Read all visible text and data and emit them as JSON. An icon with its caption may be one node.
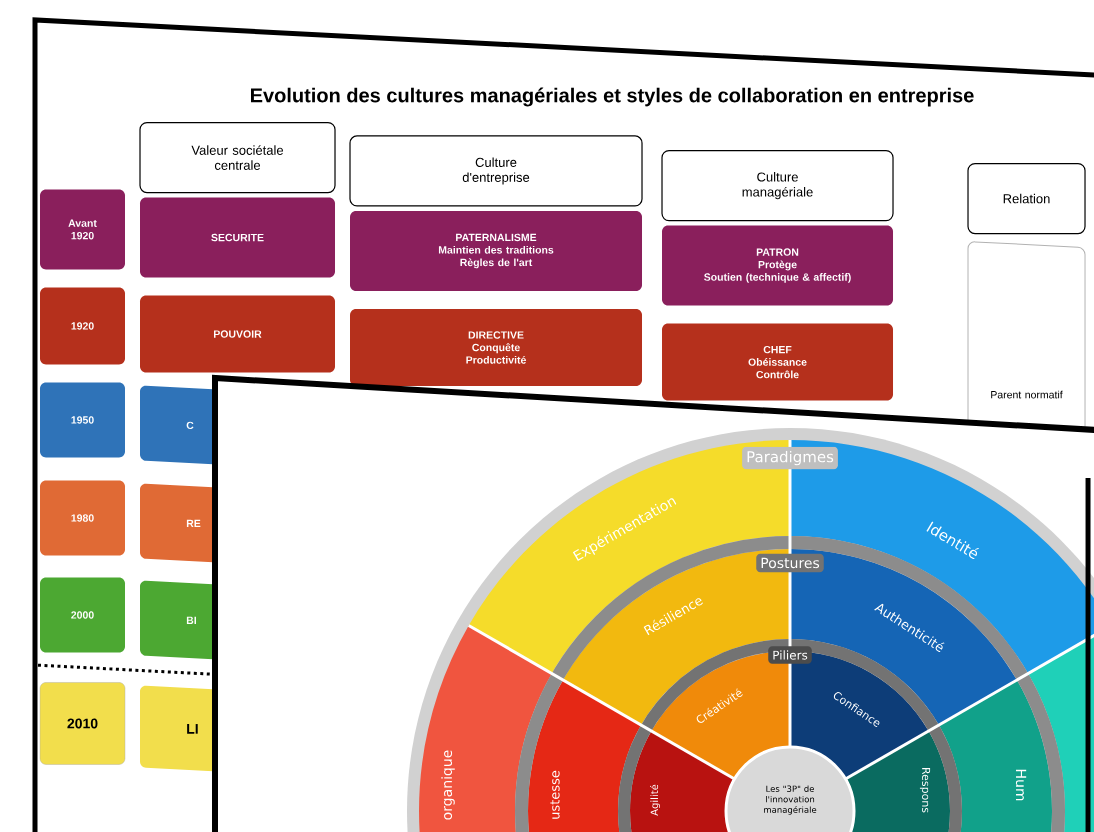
{
  "diagram": {
    "title": "Evolution des cultures managériales et styles de collaboration en entreprise",
    "nodes": [
      {
        "text": [
          "Valeur sociétale centrale"
        ]
      },
      {
        "text": [
          "Culture d'entreprise"
        ]
      },
      {
        "text": [
          "Culture managériale"
        ]
      },
      {
        "text": [
          "Relation"
        ]
      },
      {
        "text": [
          "Avant 1920"
        ]
      },
      {
        "text": [
          "SECURITE"
        ]
      },
      {
        "text": [
          "PATERNALISME",
          "Maintien des traditions",
          "Règles de l'art"
        ]
      },
      {
        "text": [
          "PATRON",
          "Protège",
          "Soutien (technique & affectif)"
        ]
      },
      {
        "text": [
          "Parent normatif"
        ]
      },
      {
        "text": [
          "1920"
        ]
      },
      {
        "text": [
          "POUVOIR"
        ]
      },
      {
        "text": [
          "DIRECTIVE",
          "Conquête",
          "Productivité"
        ]
      },
      {
        "text": [
          "CHEF",
          "Obéissance",
          "Contrôle"
        ]
      },
      {
        "text": [
          "1950"
        ]
      },
      {
        "text": [
          "C"
        ]
      },
      {
        "text": [
          "1980"
        ]
      },
      {
        "text": [
          "RE"
        ]
      },
      {
        "text": [
          "2000"
        ]
      },
      {
        "text": [
          "BI"
        ]
      },
      {
        "text": [
          "2010"
        ]
      },
      {
        "text": [
          "LI"
        ]
      },
      {
        "text": [
          "Paradigmes"
        ]
      },
      {
        "text": [
          "Expérimentation"
        ]
      },
      {
        "text": [
          "Identité"
        ]
      },
      {
        "text": [
          "Postures"
        ]
      },
      {
        "text": [
          "Résilience"
        ]
      },
      {
        "text": [
          "Authenticité"
        ]
      },
      {
        "text": [
          "Piliers"
        ]
      },
      {
        "text": [
          "Créativité"
        ]
      },
      {
        "text": [
          "Confiance"
        ]
      },
      {
        "text": [
          "organique"
        ]
      },
      {
        "text": [
          "ustesse"
        ]
      },
      {
        "text": [
          "Agilité"
        ]
      },
      {
        "text": [
          "Les \"3P\" de l'innovation managériale"
        ]
      },
      {
        "text": [
          "Respons"
        ]
      },
      {
        "text": [
          "Hum"
        ]
      }
    ]
  }
}
